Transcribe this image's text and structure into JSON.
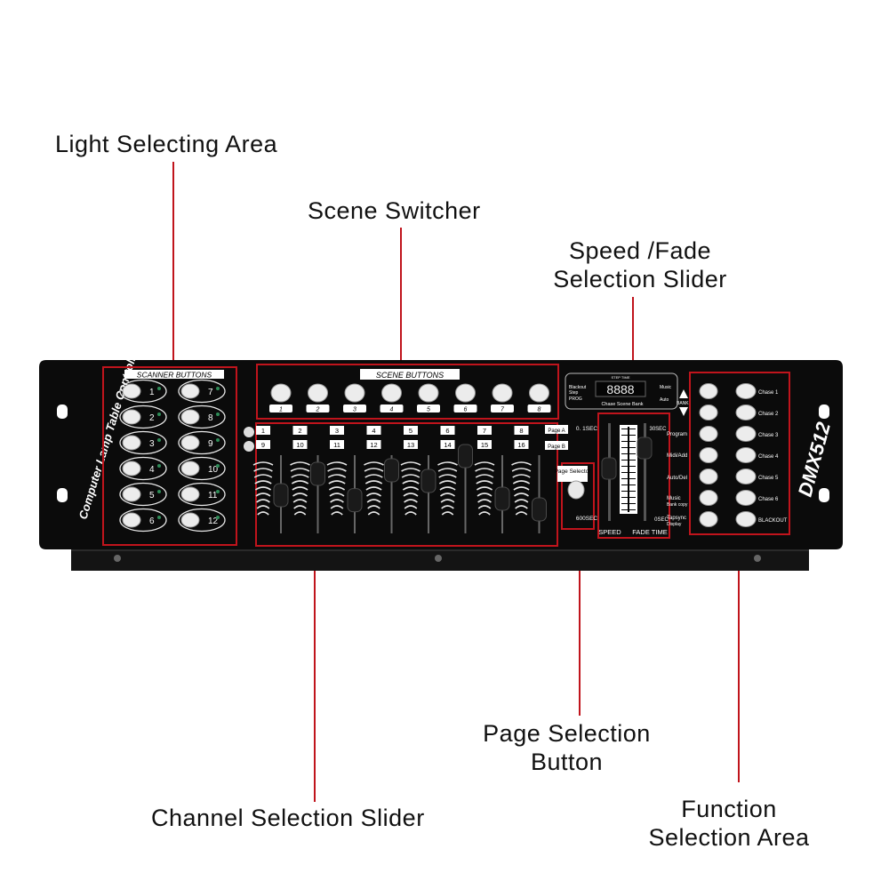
{
  "callouts": {
    "light_selecting": "Light Selecting Area",
    "scene_switcher": "Scene Switcher",
    "speed_fade_line1": "Speed /Fade",
    "speed_fade_line2": "Selection Slider",
    "page_selection_line1": "Page Selection",
    "page_selection_line2": "Button",
    "channel_selection": "Channel Selection Slider",
    "function_line1": "Function",
    "function_line2": "Selection Area"
  },
  "device": {
    "side_label": "Computer Lamp Table Controller",
    "brand": "DMX512",
    "scanner_header": "SCANNER  BUTTONS",
    "scene_header": "SCENE  BUTTONS",
    "scanner_numbers": [
      "1",
      "7",
      "2",
      "8",
      "3",
      "9",
      "4",
      "10",
      "5",
      "11",
      "6",
      "12"
    ],
    "scene_numbers": [
      "1",
      "2",
      "3",
      "4",
      "5",
      "6",
      "7",
      "8"
    ],
    "channel_top": [
      "1",
      "2",
      "3",
      "4",
      "5",
      "6",
      "7",
      "8"
    ],
    "channel_bottom": [
      "9",
      "10",
      "11",
      "12",
      "13",
      "14",
      "15",
      "16"
    ],
    "page_a": "Page A",
    "page_b": "Page B",
    "page_selector": "Page Selector",
    "time_top": "0. 1SEC",
    "time_bottom": "600SEC",
    "speed_label": "SPEED",
    "fade_label": "FADE TIME",
    "fade_top": "30SEC",
    "fade_bottom": "0SEC",
    "display_left": [
      "Blackout",
      "Step",
      "PROG"
    ],
    "display_right": [
      "Music",
      "Auto"
    ],
    "display_bottom": "Chase  Scene  Bank",
    "display_top": "STEP TIME",
    "display_digits": "8888",
    "bank": "BANK",
    "function_left": [
      "Program",
      "Midi/Add",
      "Auto/Del",
      "Music",
      "Tapsync"
    ],
    "function_left_sub": [
      "",
      "",
      "",
      "Bank copy",
      "Display"
    ],
    "chase_labels": [
      "Chase 1",
      "Chase 2",
      "Chase 3",
      "Chase 4",
      "Chase 5",
      "Chase 6",
      "BLACKOUT"
    ]
  }
}
